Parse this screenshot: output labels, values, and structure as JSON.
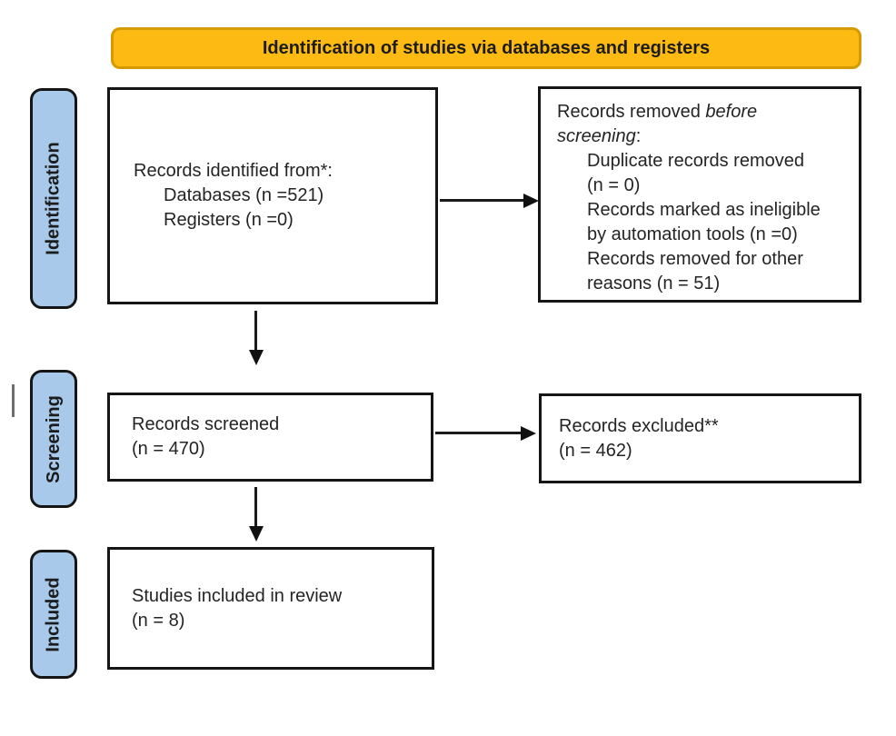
{
  "banner": {
    "title": "Identification of studies via databases and registers"
  },
  "colors": {
    "banner_fill": "#FCBA12",
    "banner_border": "#D49A00",
    "stage_fill": "#A8C9E9",
    "line": "#151515",
    "text": "#242424"
  },
  "stages": {
    "identification": "Identification",
    "screening": "Screening",
    "included": "Included"
  },
  "boxes": {
    "identified": {
      "lead": "Records identified from*:",
      "indented": [
        "Databases (n =521)",
        "Registers (n =0)"
      ]
    },
    "removed": {
      "lead": {
        "normal": "Records removed ",
        "italic_line1": "before",
        "italic_line2": "screening",
        "suffix": ":"
      },
      "indented": [
        "Duplicate records removed",
        "(n = 0)",
        "Records marked as ineligible",
        "by automation tools (n =0)",
        "Records removed for other",
        "reasons (n = 51)"
      ]
    },
    "screened": {
      "line1": "Records screened",
      "line2": "(n = 470)"
    },
    "excluded": {
      "line1": "Records excluded**",
      "line2": "(n = 462)"
    },
    "included_review": {
      "line1": "Studies included in review",
      "line2": "(n = 8)"
    }
  }
}
